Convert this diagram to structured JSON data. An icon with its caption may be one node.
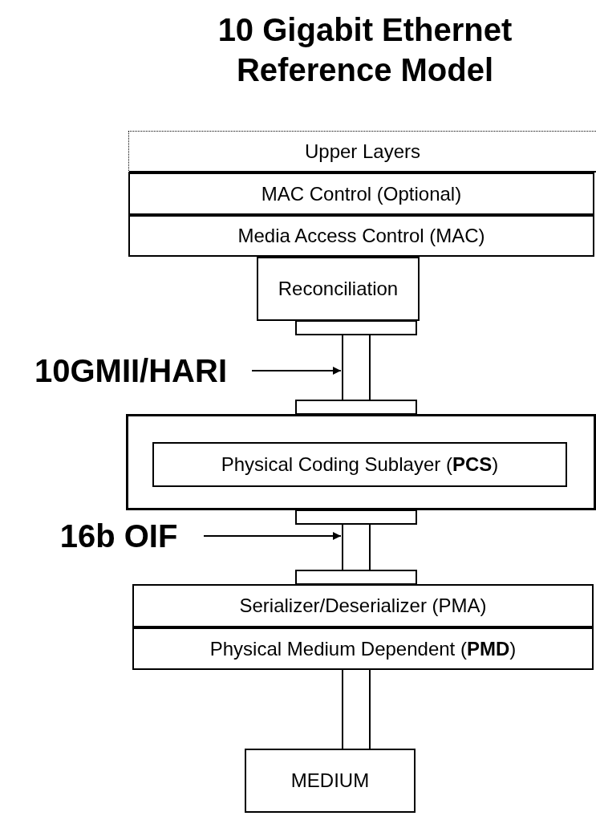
{
  "diagram": {
    "title": "10 Gigabit Ethernet Reference Model",
    "nodes": [
      {
        "text": [
          "Upper Layers"
        ]
      },
      {
        "text": [
          "MAC Control (Optional)"
        ]
      },
      {
        "text": [
          "Media Access Control (MAC)"
        ]
      },
      {
        "text": [
          "Reconciliation"
        ]
      },
      {
        "text": [
          "10GMII/HARI"
        ]
      },
      {
        "text": [],
        "shape": "box"
      },
      {
        "text": [
          "Physical Coding Sublayer (**PCS**)"
        ],
        "in": 5
      },
      {
        "text": [
          "16b OIF"
        ]
      },
      {
        "text": [
          "Serializer/Deserializer (PMA)"
        ]
      },
      {
        "text": [
          "Physical Medium Dependent (**PMD**)"
        ]
      },
      {
        "text": [
          "MEDIUM"
        ]
      }
    ],
    "edges": [
      {
        "from": 3,
        "to": 5,
        "arrow": "none"
      },
      {
        "from": 5,
        "to": 8,
        "arrow": "none"
      },
      {
        "from": 9,
        "to": 10,
        "arrow": "none"
      },
      {
        "from": 4,
        "to": null,
        "arrow": "to"
      },
      {
        "from": 7,
        "to": null,
        "arrow": "to"
      }
    ]
  }
}
